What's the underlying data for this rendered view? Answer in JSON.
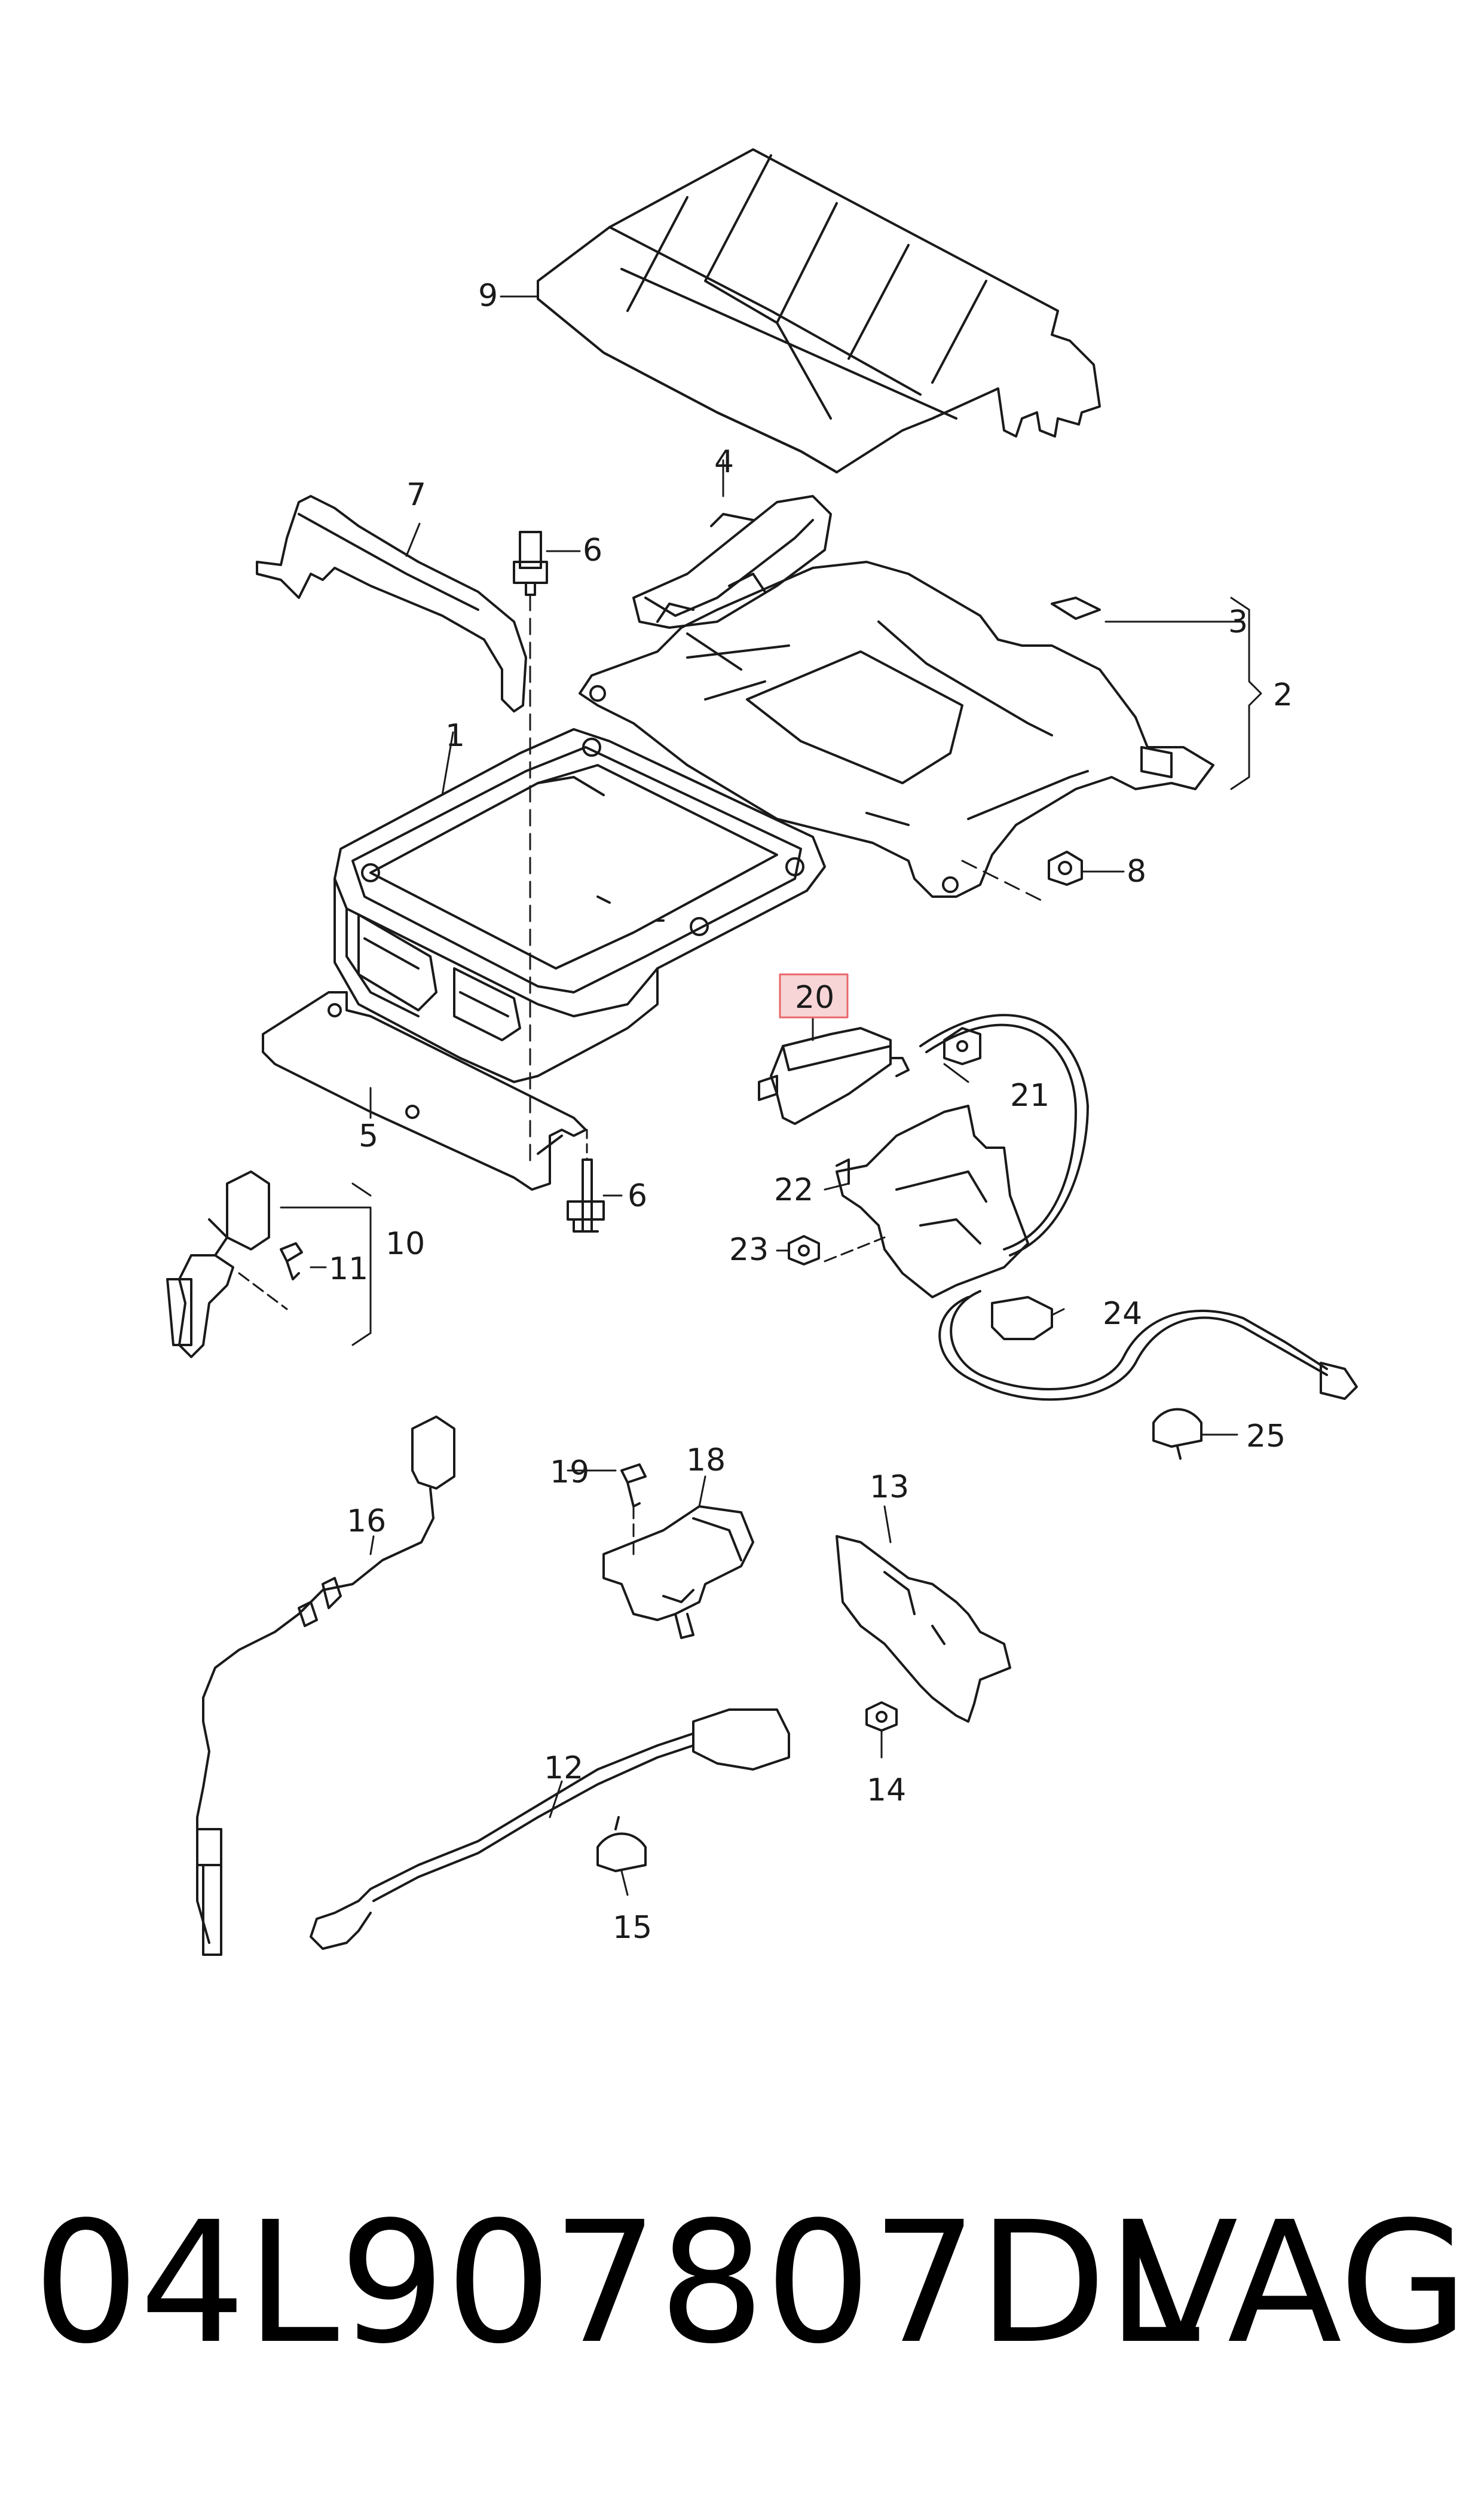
{
  "diagram": {
    "callouts": {
      "c1": "1",
      "c2": "2",
      "c3": "3",
      "c4": "4",
      "c5": "5",
      "c6a": "6",
      "c6b": "6",
      "c7": "7",
      "c8": "8",
      "c9": "9",
      "c10": "10",
      "c11": "11",
      "c12": "12",
      "c13": "13",
      "c14": "14",
      "c15": "15",
      "c16": "16",
      "c18": "18",
      "c19": "19",
      "c20": "20",
      "c21": "21",
      "c22": "22",
      "c23": "23",
      "c24": "24",
      "c25": "25"
    },
    "highlight_color": "#e8666b",
    "highlight_fill": "#f7d5d6"
  },
  "footer": {
    "part_number": "04L907807DL",
    "brand": "VAG"
  }
}
